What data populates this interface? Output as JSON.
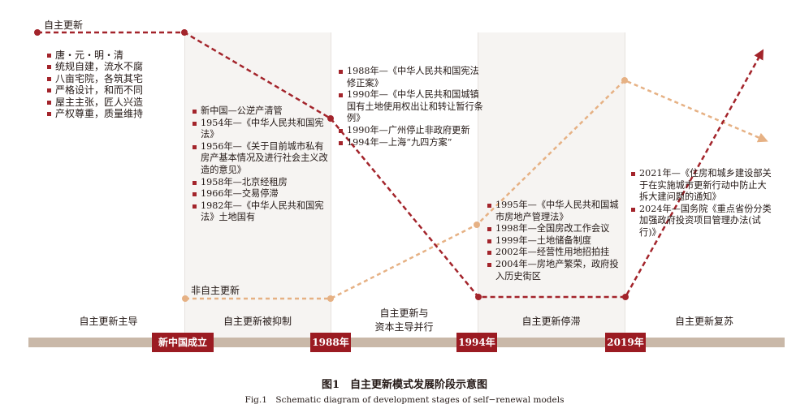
{
  "series": {
    "self": {
      "label": "自主更新",
      "color": "#a3242b"
    },
    "non_self": {
      "label": "非自主更新",
      "color": "#e6b184"
    }
  },
  "notes": {
    "tang_to_qing": [
      "唐・元・明・清",
      "统规自建，流水不腐",
      "八亩宅院，各筑其宅",
      "严格设计，和而不同",
      "屋主主张，匠人兴造",
      "产权尊重，质量维持"
    ],
    "new_china": [
      "新中国—公逆产清管",
      "1954年—《中华人民共和国宪法》",
      "1956年—《关于目前城市私有房产基本情况及进行社会主义改造的意见》",
      "1958年—北京经租房",
      "1966年—交易停滞",
      "1982年—《中华人民共和国宪法》土地国有"
    ],
    "reform_1988": [
      "1988年—《中华人民共和国宪法修正案》",
      "1990年—《中华人民共和国城镇国有土地使用权出让和转让暂行条例》",
      "1990年—广州停止非政府更新",
      "1994年—上海“九四方案”"
    ],
    "market_1995": [
      "1995年—《中华人民共和国城市房地产管理法》",
      "1998年—全国房改工作会议",
      "1999年—土地储备制度",
      "2002年—经营性用地招拍挂",
      "2004年—房地产繁荣，政府投入历史街区"
    ],
    "revival_2021": [
      "2021年—《住房和城乡建设部关于在实施城市更新行动中防止大拆大建问题的通知》",
      "2024年—国务院《重点省份分类加强政府投资项目管理办法(试行)》"
    ]
  },
  "phases": [
    "自主更新主导",
    "自主更新被抑制",
    "自主更新与\n资本主导并行",
    "自主更新停滞",
    "自主更新复苏"
  ],
  "milestones": [
    "新中国成立",
    "1988年",
    "1994年",
    "2019年"
  ],
  "caption": {
    "cn": "图1　自主更新模式发展阶段示意图",
    "en": "Fig.1　Schematic diagram of development stages of self−renewal models"
  }
}
